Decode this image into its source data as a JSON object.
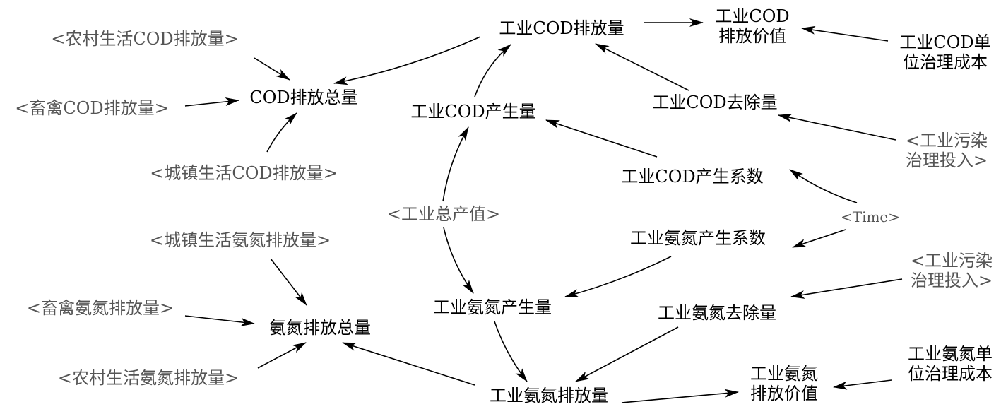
{
  "title": "COD与氨氮排放因果关系图",
  "colors": {
    "variable": "#000000",
    "shadow_variable": "#555555",
    "arrow": "#000000"
  },
  "nodes": {
    "rural_cod": {
      "lines": [
        "<农村生活COD排放量>"
      ],
      "shadow": true
    },
    "livestock_cod": {
      "lines": [
        "<畜禽COD排放量>"
      ],
      "shadow": true
    },
    "urban_cod": {
      "lines": [
        "<城镇生活COD排放量>"
      ],
      "shadow": true
    },
    "cod_total": {
      "lines": [
        "COD排放总量"
      ],
      "shadow": false
    },
    "ind_cod_emission": {
      "lines": [
        "工业COD排放量"
      ],
      "shadow": false
    },
    "ind_cod_value": {
      "lines": [
        "工业COD",
        "排放价值"
      ],
      "shadow": false
    },
    "ind_cod_unit_cost": {
      "lines": [
        "工业COD单",
        "位治理成本"
      ],
      "shadow": false
    },
    "ind_cod_production": {
      "lines": [
        "工业COD产生量"
      ],
      "shadow": false
    },
    "ind_cod_removal": {
      "lines": [
        "工业COD去除量"
      ],
      "shadow": false
    },
    "ind_pollution_invest_1": {
      "lines": [
        "<工业污染",
        "治理投入>"
      ],
      "shadow": true
    },
    "ind_cod_coef": {
      "lines": [
        "工业COD产生系数"
      ],
      "shadow": false
    },
    "ind_output": {
      "lines": [
        "<工业总产值>"
      ],
      "shadow": true
    },
    "time": {
      "lines": [
        "<Time>"
      ],
      "shadow": true
    },
    "ind_nh_coef": {
      "lines": [
        "工业氨氮产生系数"
      ],
      "shadow": false
    },
    "urban_nh": {
      "lines": [
        "<城镇生活氨氮排放量>"
      ],
      "shadow": true
    },
    "ind_pollution_invest_2": {
      "lines": [
        "<工业污染",
        "治理投入>"
      ],
      "shadow": true
    },
    "livestock_nh": {
      "lines": [
        "<畜禽氨氮排放量>"
      ],
      "shadow": true
    },
    "nh_total": {
      "lines": [
        "氨氮排放总量"
      ],
      "shadow": false
    },
    "ind_nh_production": {
      "lines": [
        "工业氨氮产生量"
      ],
      "shadow": false
    },
    "ind_nh_removal": {
      "lines": [
        "工业氨氮去除量"
      ],
      "shadow": false
    },
    "rural_nh": {
      "lines": [
        "<农村生活氨氮排放量>"
      ],
      "shadow": true
    },
    "ind_nh_unit_cost": {
      "lines": [
        "工业氨氮单",
        "位治理成本"
      ],
      "shadow": false
    },
    "ind_nh_value": {
      "lines": [
        "工业氨氮",
        "排放价值"
      ],
      "shadow": false
    },
    "ind_nh_emission": {
      "lines": [
        "工业氨氮排放量"
      ],
      "shadow": false
    }
  },
  "edges": [
    {
      "from": "rural_cod",
      "to": "cod_total"
    },
    {
      "from": "livestock_cod",
      "to": "cod_total"
    },
    {
      "from": "urban_cod",
      "to": "cod_total"
    },
    {
      "from": "ind_cod_emission",
      "to": "cod_total"
    },
    {
      "from": "ind_cod_production",
      "to": "ind_cod_emission"
    },
    {
      "from": "ind_cod_removal",
      "to": "ind_cod_emission"
    },
    {
      "from": "ind_cod_emission",
      "to": "ind_cod_value"
    },
    {
      "from": "ind_cod_unit_cost",
      "to": "ind_cod_value"
    },
    {
      "from": "ind_pollution_invest_1",
      "to": "ind_cod_removal"
    },
    {
      "from": "ind_cod_coef",
      "to": "ind_cod_production"
    },
    {
      "from": "ind_output",
      "to": "ind_cod_production"
    },
    {
      "from": "time",
      "to": "ind_cod_coef"
    },
    {
      "from": "time",
      "to": "ind_nh_coef"
    },
    {
      "from": "ind_output",
      "to": "ind_nh_production"
    },
    {
      "from": "ind_nh_coef",
      "to": "ind_nh_production"
    },
    {
      "from": "ind_pollution_invest_2",
      "to": "ind_nh_removal"
    },
    {
      "from": "urban_nh",
      "to": "nh_total"
    },
    {
      "from": "livestock_nh",
      "to": "nh_total"
    },
    {
      "from": "rural_nh",
      "to": "nh_total"
    },
    {
      "from": "ind_nh_emission",
      "to": "nh_total"
    },
    {
      "from": "ind_nh_production",
      "to": "ind_nh_emission"
    },
    {
      "from": "ind_nh_removal",
      "to": "ind_nh_emission"
    },
    {
      "from": "ind_nh_emission",
      "to": "ind_nh_value"
    },
    {
      "from": "ind_nh_unit_cost",
      "to": "ind_nh_value"
    }
  ]
}
